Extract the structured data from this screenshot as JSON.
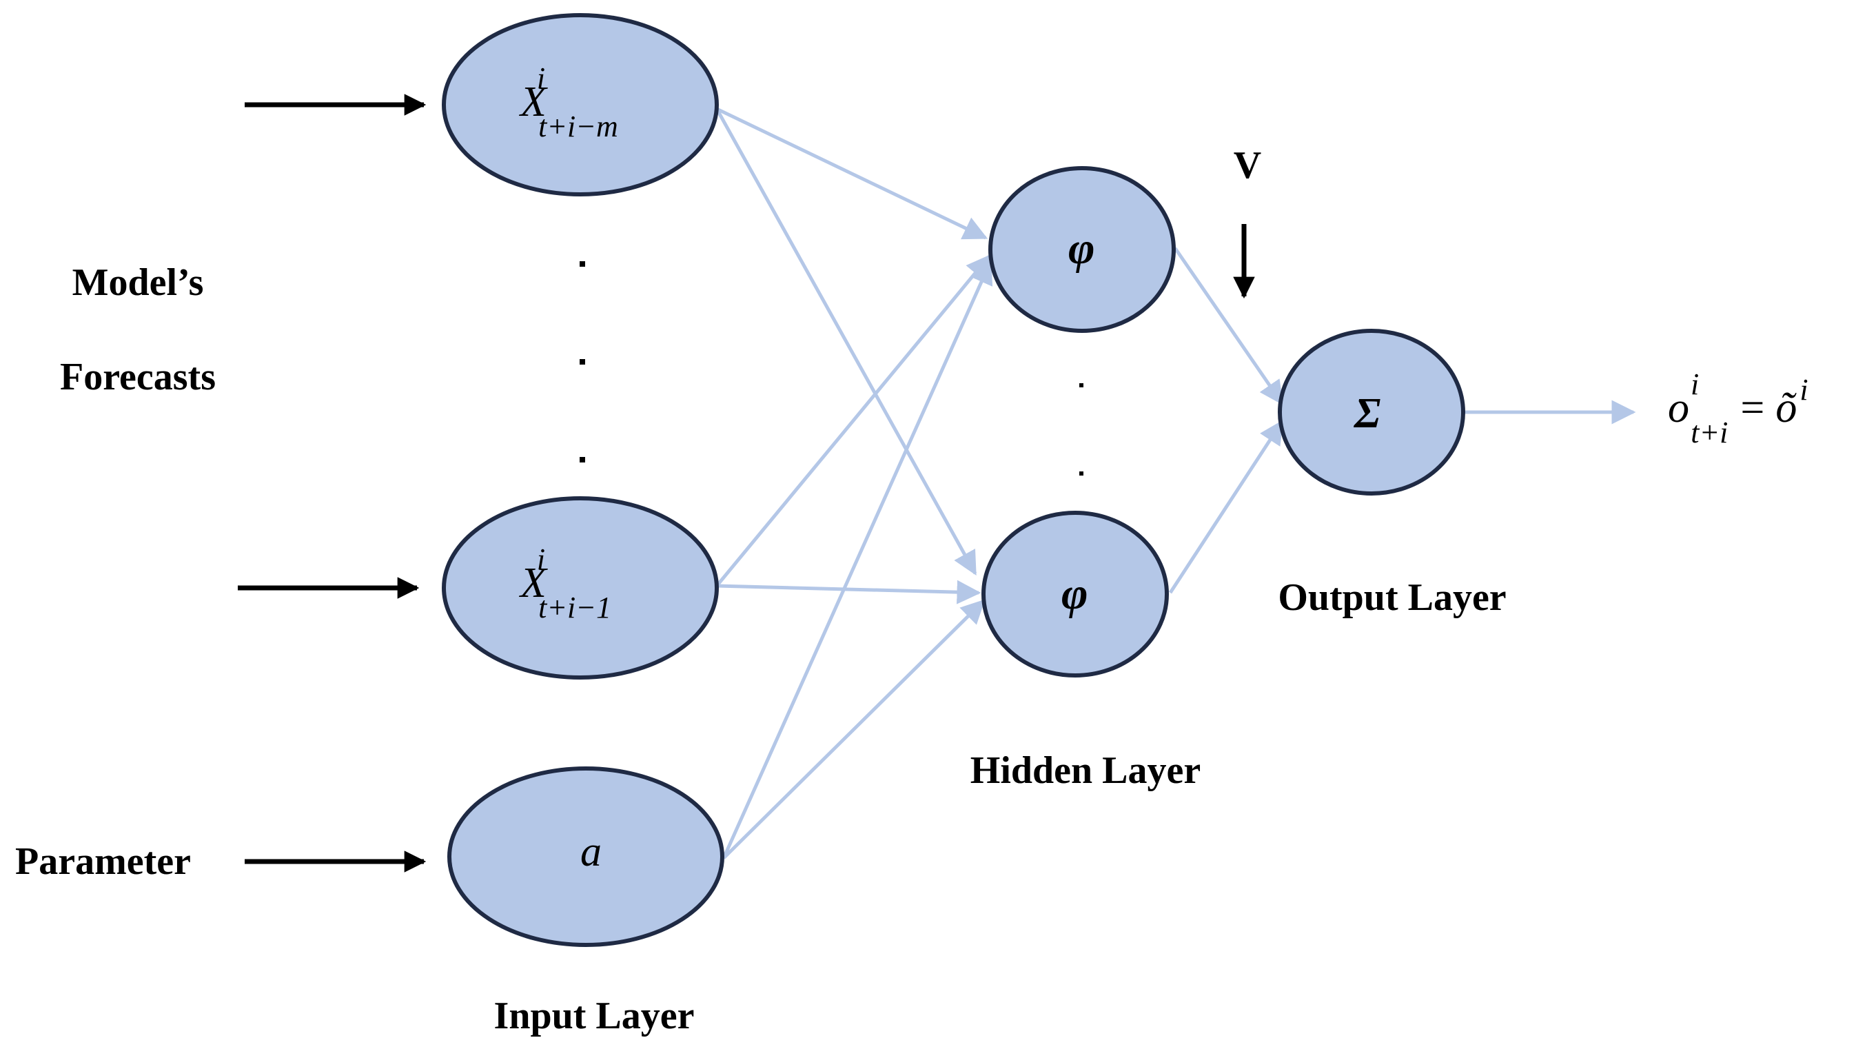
{
  "labels": {
    "models_line1": "Model’s",
    "models_line2": "Forecasts",
    "parameter": "Parameter",
    "input_layer": "Input Layer",
    "hidden_layer": "Hidden Layer",
    "output_layer": "Output Layer",
    "v": "V"
  },
  "nodes": {
    "input_top": {
      "base": "X",
      "sup": "i",
      "sub": "t+i−m"
    },
    "input_mid": {
      "base": "X",
      "sup": "i",
      "sub": "t+i−1"
    },
    "input_param": {
      "base": "a"
    },
    "hidden_top": {
      "symbol": "φ"
    },
    "hidden_bottom": {
      "symbol": "φ"
    },
    "output": {
      "symbol": "Σ"
    }
  },
  "output_expr": {
    "base": "o",
    "sup": "i",
    "sub": "t+i",
    "equals": "=",
    "rhs": "õ",
    "rhs_sup": "i"
  },
  "colors": {
    "node_fill": "#b4c7e7",
    "node_stroke": "#1f2a44",
    "edge": "#b4c7e7",
    "arrow": "#000000"
  }
}
